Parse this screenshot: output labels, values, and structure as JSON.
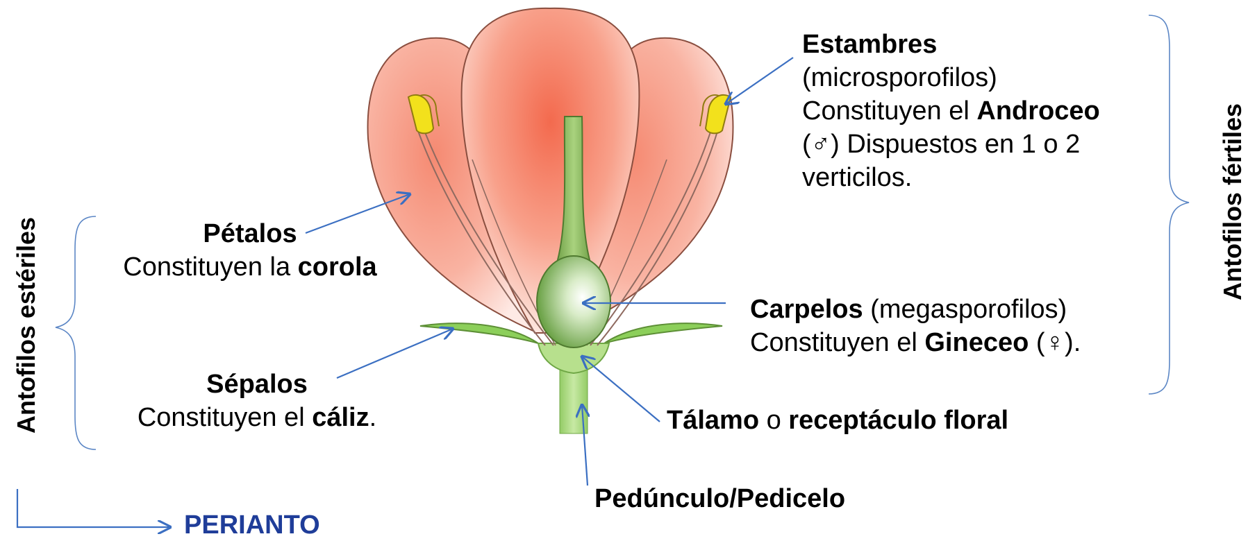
{
  "labels": {
    "petalos": {
      "title": "Pétalos",
      "line2_pre": "Constituyen la ",
      "line2_bold": "corola",
      "line2_post": ""
    },
    "sepalos": {
      "title": "Sépalos",
      "line2_pre": "Constituyen el ",
      "line2_bold": "cáliz",
      "line2_post": "."
    },
    "estambres": {
      "title": "Estambres",
      "line2": "(microsporofilos)",
      "line3_pre": "Constituyen el ",
      "line3_bold": "Androceo",
      "line4": "(♂) Dispuestos en 1 o 2",
      "line5": "verticilos."
    },
    "carpelos": {
      "title": "Carpelos",
      "title_post": " (megasporofilos)",
      "line2_pre": "Constituyen el ",
      "line2_bold": "Gineceo",
      "line2_post": " (♀)."
    },
    "talamo": {
      "bold1": "Tálamo",
      "mid": " o ",
      "bold2": "receptáculo floral"
    },
    "peduncle": "Pedúnculo/Pedicelo",
    "perianto": "PERIANTO"
  },
  "brackets": {
    "left": "Antofilos estériles",
    "right": "Antofilos fértiles"
  },
  "colors": {
    "arrow": "#3b6fc2",
    "perianto": "#1f3d99",
    "petal": "#f4866f",
    "green": "#8ccf5a",
    "anther": "#f2e11c"
  }
}
